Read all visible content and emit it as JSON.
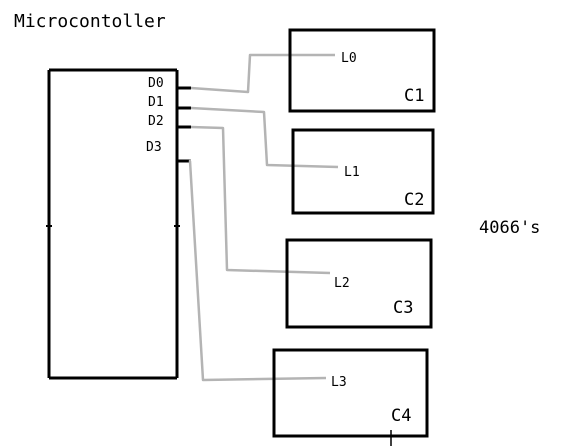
{
  "title": "Microcontoller",
  "chip_label": "4066's",
  "pins": [
    {
      "label": "D0",
      "color": "#000000"
    },
    {
      "label": "D1",
      "color": "#000000"
    },
    {
      "label": "D2",
      "color": "#000000"
    },
    {
      "label": "D3",
      "color": "#000000"
    }
  ],
  "chips": [
    {
      "name": "C1",
      "input": "L0"
    },
    {
      "name": "C2",
      "input": "L1"
    },
    {
      "name": "C3",
      "input": "L2"
    },
    {
      "name": "C4",
      "input": "L3"
    }
  ],
  "colors": {
    "outline": "#000000",
    "wire": "#b4b4b4",
    "background": "#ffffff"
  }
}
